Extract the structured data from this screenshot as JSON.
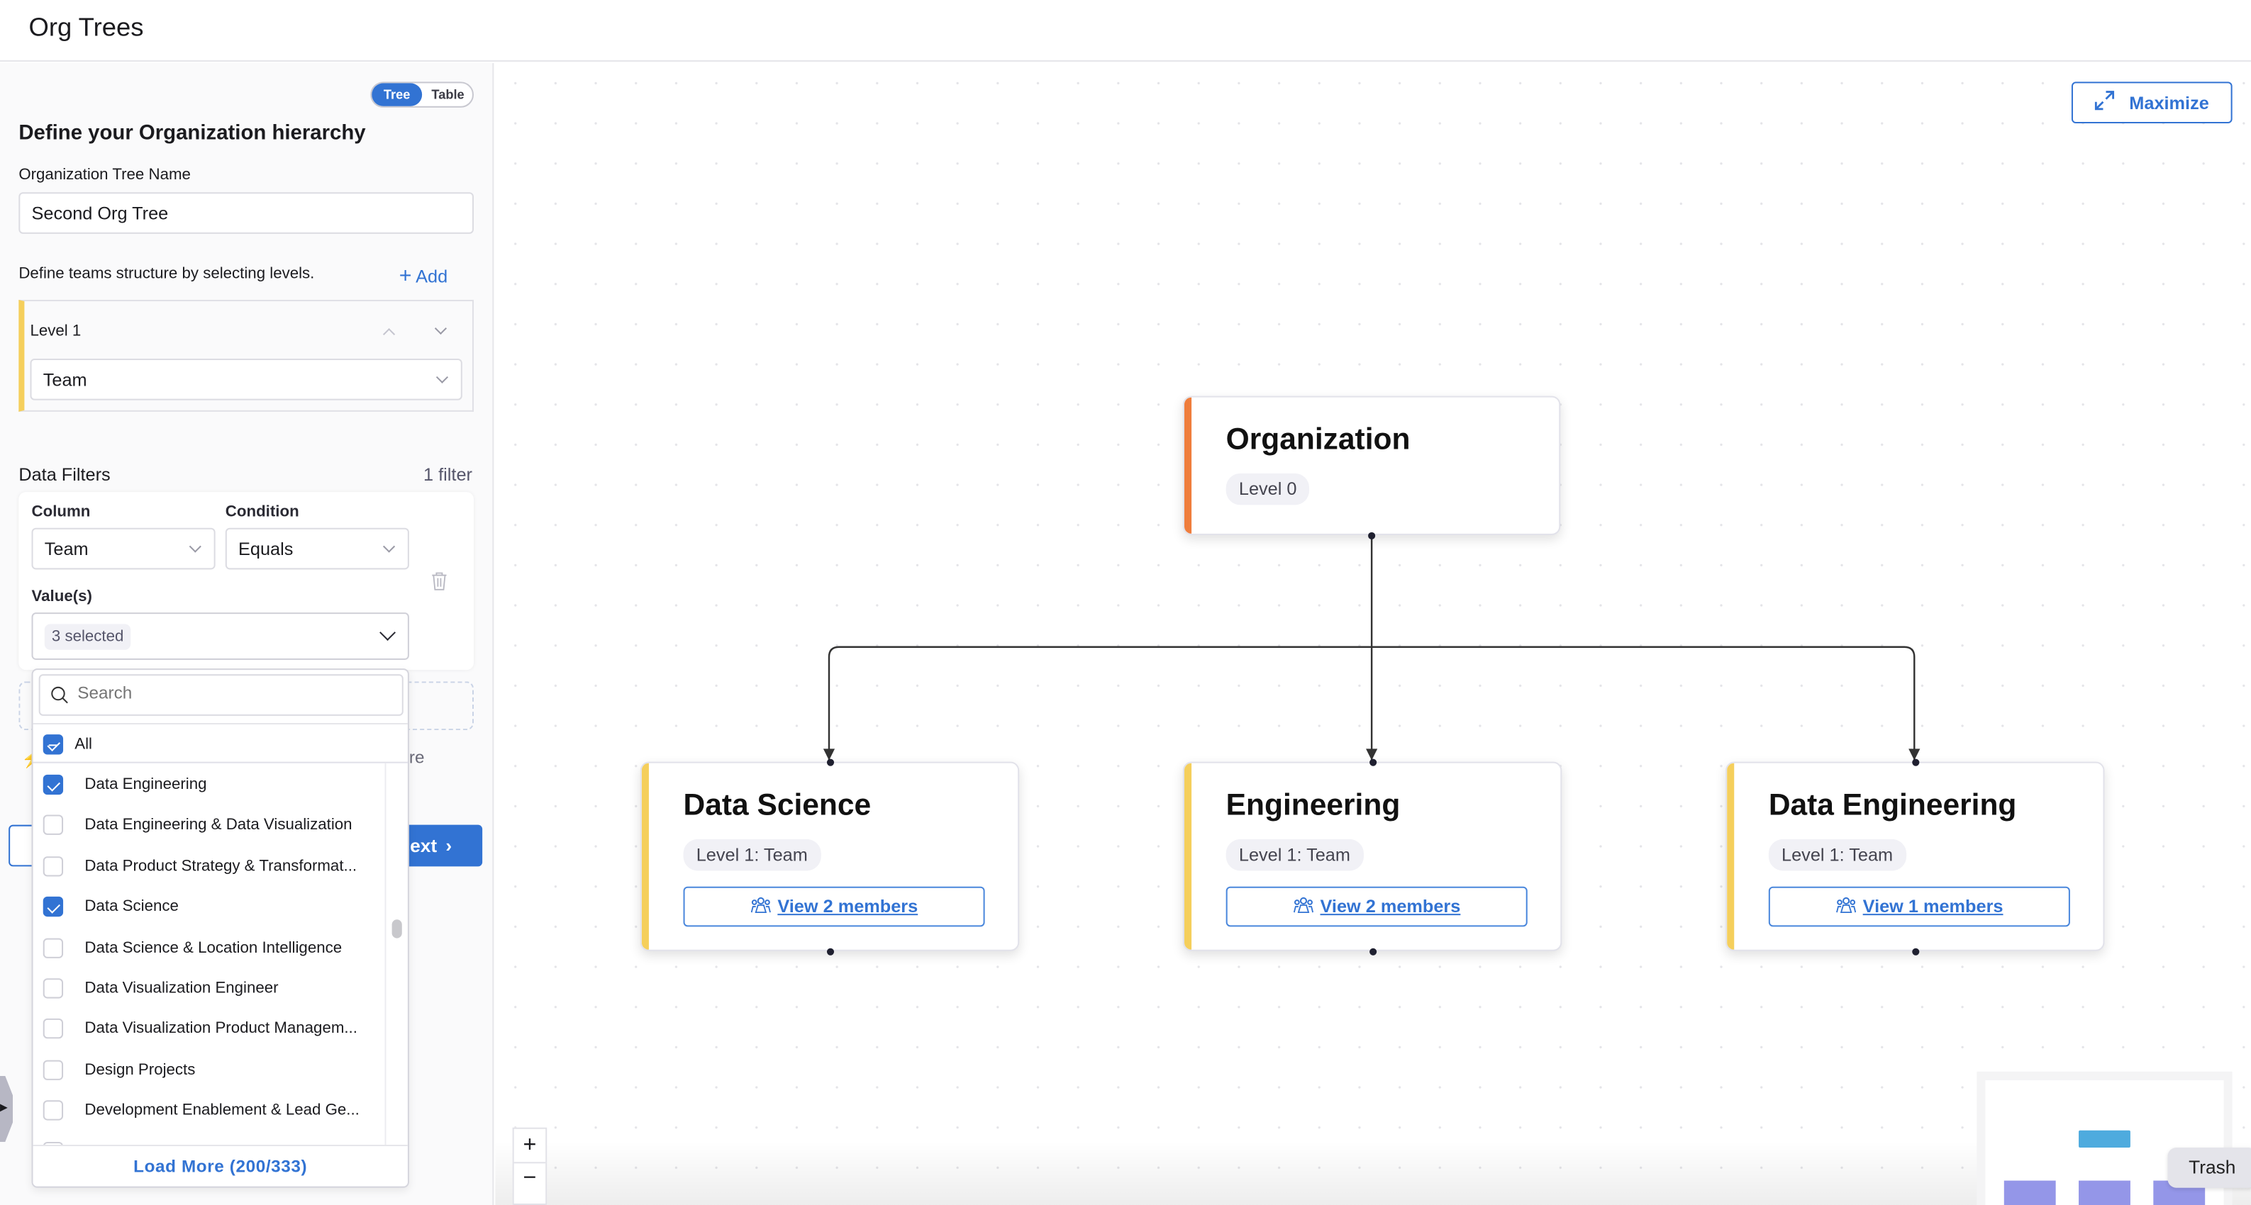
{
  "header": {
    "title": "Org Trees"
  },
  "view_toggle": {
    "options": [
      "Tree",
      "Table"
    ],
    "selected": "Tree"
  },
  "form": {
    "heading": "Define your Organization hierarchy",
    "tree_name_label": "Organization Tree Name",
    "tree_name_value": "Second Org Tree",
    "levels_hint": "Define teams structure by selecting levels.",
    "add_label": "Add",
    "levels": [
      {
        "label": "Level 1",
        "value": "Team"
      }
    ],
    "filters_title": "Data Filters",
    "filters_count": "1 filter",
    "filter": {
      "column_label": "Column",
      "column_value": "Team",
      "condition_label": "Condition",
      "condition_value": "Equals",
      "values_label": "Value(s)",
      "values_summary": "3 selected"
    },
    "partial_text": "re",
    "next_label": "Next"
  },
  "dropdown": {
    "search_placeholder": "Search",
    "all_label": "All",
    "items": [
      {
        "label": "Data Engineering",
        "checked": true
      },
      {
        "label": "Data Engineering & Data Visualization",
        "checked": false
      },
      {
        "label": "Data Product Strategy & Transformat...",
        "checked": false
      },
      {
        "label": "Data Science",
        "checked": true
      },
      {
        "label": "Data Science & Location Intelligence",
        "checked": false
      },
      {
        "label": "Data Visualization Engineer",
        "checked": false
      },
      {
        "label": "Data Visualization Product Managem...",
        "checked": false
      },
      {
        "label": "Design Projects",
        "checked": false
      },
      {
        "label": "Development Enablement & Lead Ge...",
        "checked": false
      }
    ],
    "load_more": "Load More (200/333)"
  },
  "canvas": {
    "maximize_label": "Maximize",
    "root": {
      "title": "Organization",
      "level": "Level 0",
      "color": "#ef7d3c"
    },
    "children": [
      {
        "title": "Data Science",
        "level": "Level 1: Team",
        "members": "View 2 members",
        "color": "#f5cf5c"
      },
      {
        "title": "Engineering",
        "level": "Level 1: Team",
        "members": "View 2 members",
        "color": "#f5cf5c"
      },
      {
        "title": "Data Engineering",
        "level": "Level 1: Team",
        "members": "View 1 members",
        "color": "#f5cf5c"
      }
    ],
    "zoom_in": "+",
    "zoom_out": "−",
    "tooltip": "Trash"
  },
  "colors": {
    "accent": "#3273d3",
    "level_bar": "#f5cf5c",
    "root_bar": "#ef7d3c",
    "minimap_root": "#4eabde",
    "minimap_child": "#9496e8"
  }
}
